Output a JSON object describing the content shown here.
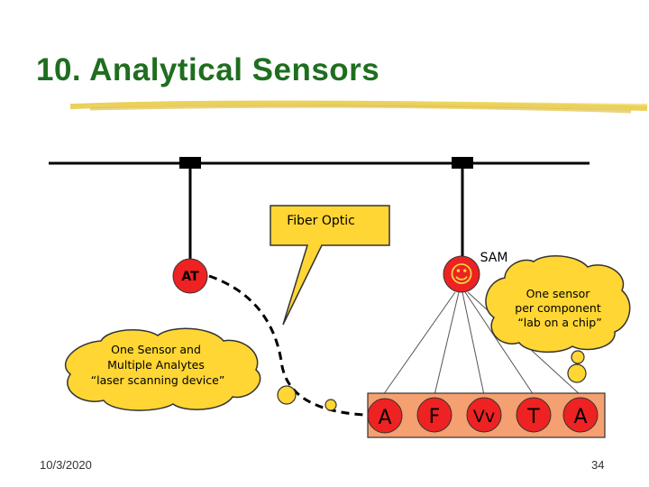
{
  "slide": {
    "title": "10. Analytical Sensors",
    "date": "10/3/2020",
    "page_number": "34"
  },
  "diagram": {
    "fiber_optic_callout": "Fiber Optic",
    "at_label": "AT",
    "sam_label": "SAM",
    "smiley_glyph": "☺",
    "left_cloud": [
      "One Sensor and",
      "Multiple Analytes",
      "“laser scanning device”"
    ],
    "right_cloud": [
      "One sensor",
      "per component",
      "“lab on a chip”"
    ],
    "chip_cells": [
      "A",
      "F",
      "Vv",
      "T",
      "A"
    ]
  },
  "colors": {
    "title": "#1f6e1f",
    "yellow_fill": "#ffd633",
    "red_fill": "#ee2222",
    "orange_chip": "#f4a070",
    "underline": "#e8c840"
  }
}
